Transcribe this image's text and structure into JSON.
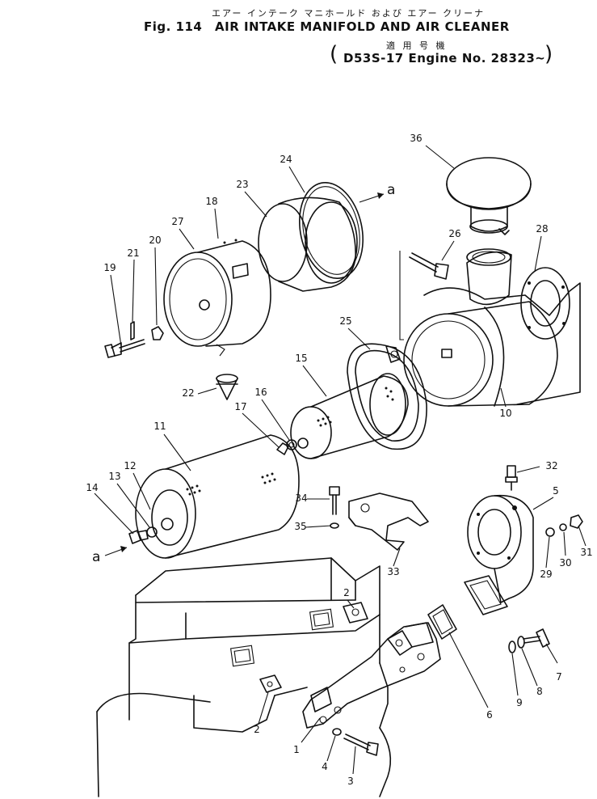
{
  "header": {
    "title_jp": "エアー インテーク マニホールド および エアー クリーナ",
    "fig_label": "Fig. 114",
    "title_en": "AIR INTAKE MANIFOLD AND AIR CLEANER",
    "applicable_jp": "適 用 号 機",
    "paren_open": "(",
    "model_line": "D53S-17 Engine No. 28323~",
    "paren_close": ")"
  },
  "ref_marks": [
    "a",
    "a"
  ],
  "callouts": [
    {
      "id": "36",
      "part": "36"
    },
    {
      "id": "24",
      "part": "24"
    },
    {
      "id": "23",
      "part": "23"
    },
    {
      "id": "18",
      "part": "18"
    },
    {
      "id": "27",
      "part": "27"
    },
    {
      "id": "20",
      "part": "20"
    },
    {
      "id": "21",
      "part": "21"
    },
    {
      "id": "19",
      "part": "19"
    },
    {
      "id": "26",
      "part": "26"
    },
    {
      "id": "28",
      "part": "28"
    },
    {
      "id": "25",
      "part": "25"
    },
    {
      "id": "15",
      "part": "15"
    },
    {
      "id": "22",
      "part": "22"
    },
    {
      "id": "16",
      "part": "16"
    },
    {
      "id": "17",
      "part": "17"
    },
    {
      "id": "10",
      "part": "10"
    },
    {
      "id": "11",
      "part": "11"
    },
    {
      "id": "12",
      "part": "12"
    },
    {
      "id": "13",
      "part": "13"
    },
    {
      "id": "14",
      "part": "14"
    },
    {
      "id": "32",
      "part": "32"
    },
    {
      "id": "5",
      "part": "5"
    },
    {
      "id": "34",
      "part": "34"
    },
    {
      "id": "35",
      "part": "35"
    },
    {
      "id": "31",
      "part": "31"
    },
    {
      "id": "30",
      "part": "30"
    },
    {
      "id": "29",
      "part": "29"
    },
    {
      "id": "33",
      "part": "33"
    },
    {
      "id": "2a",
      "part": "2"
    },
    {
      "id": "7",
      "part": "7"
    },
    {
      "id": "8",
      "part": "8"
    },
    {
      "id": "9",
      "part": "9"
    },
    {
      "id": "6",
      "part": "6"
    },
    {
      "id": "2b",
      "part": "2"
    },
    {
      "id": "1",
      "part": "1"
    },
    {
      "id": "4",
      "part": "4"
    },
    {
      "id": "3",
      "part": "3"
    }
  ]
}
